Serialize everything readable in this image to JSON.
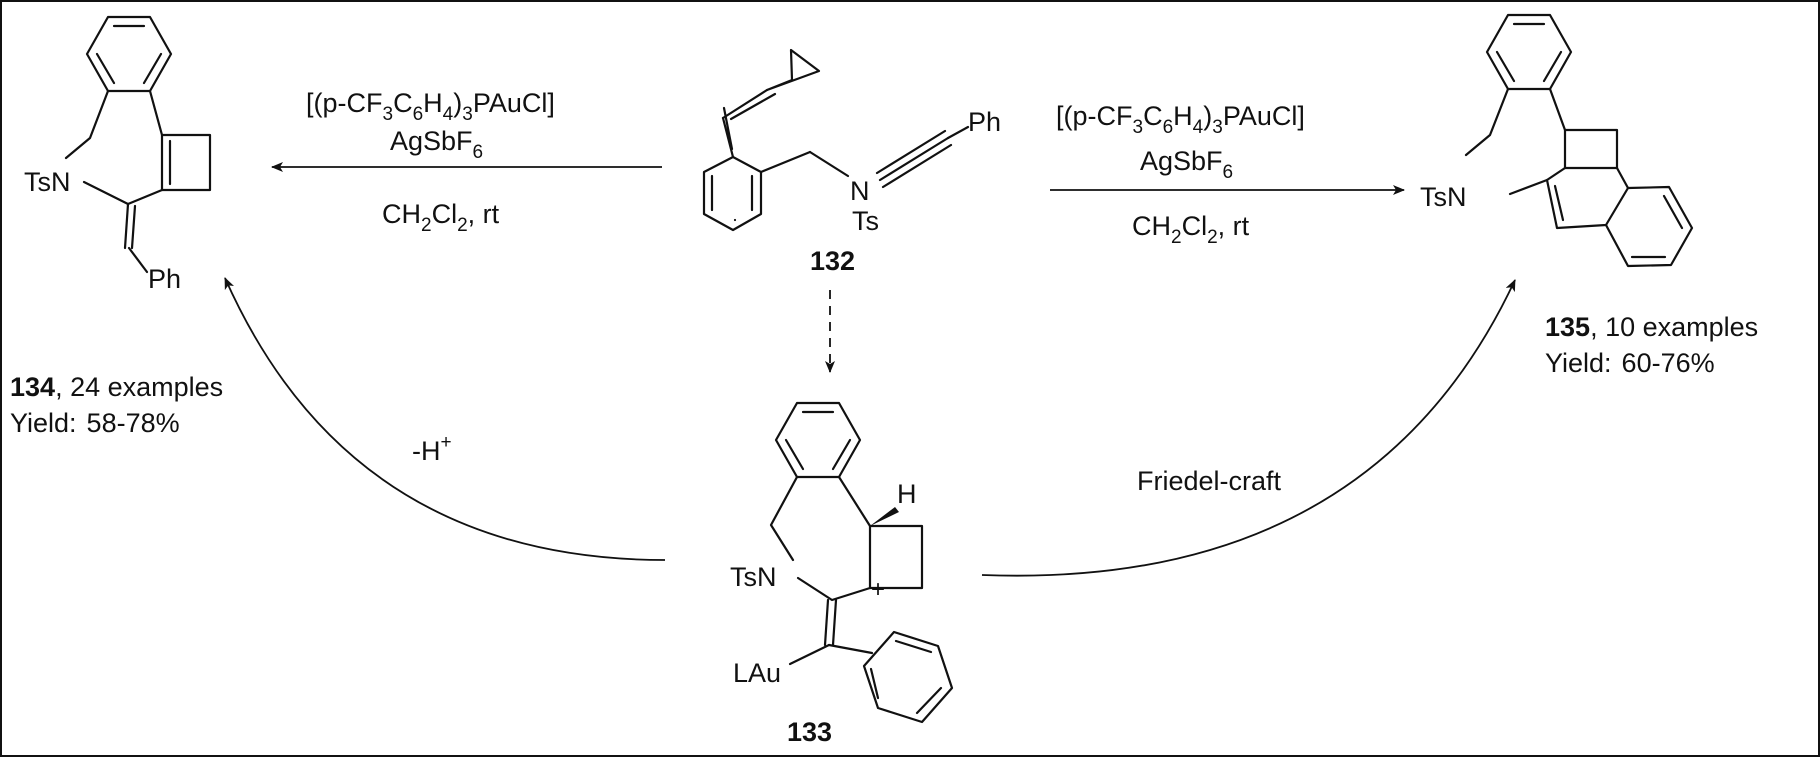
{
  "compounds": {
    "c132": {
      "id": "132",
      "ts": "Ts",
      "n": "N",
      "ph": "Ph"
    },
    "c133": {
      "id": "133",
      "tsn": "TsN",
      "lau": "LAu",
      "h": "H",
      "plus": "+"
    },
    "c134": {
      "id": "134",
      "examples": ", 24 examples",
      "yield_label": "Yield:",
      "yield_range": "58-78%",
      "tsn": "TsN",
      "ph": "Ph"
    },
    "c135": {
      "id": "135",
      "examples": ", 10 examples",
      "yield_label": "Yield:",
      "yield_range": "60-76%",
      "tsn": "TsN"
    }
  },
  "conditions": {
    "catalyst_prefix": "[(p-CF",
    "catalyst_3a": "3",
    "catalyst_c": "C",
    "catalyst_6": "6",
    "catalyst_h": "H",
    "catalyst_4": "4",
    "catalyst_close": ")",
    "catalyst_3b": "3",
    "catalyst_suffix": "PAuCl]",
    "additive": "AgSbF",
    "additive_sub": "6",
    "solvent_ch": "CH",
    "solvent_2": "2",
    "solvent_cl": "Cl",
    "solvent_2b": "2",
    "solvent_rt": ", rt"
  },
  "steps": {
    "left_step": "-H",
    "left_step_sup": "+",
    "right_step": "Friedel-craft"
  }
}
